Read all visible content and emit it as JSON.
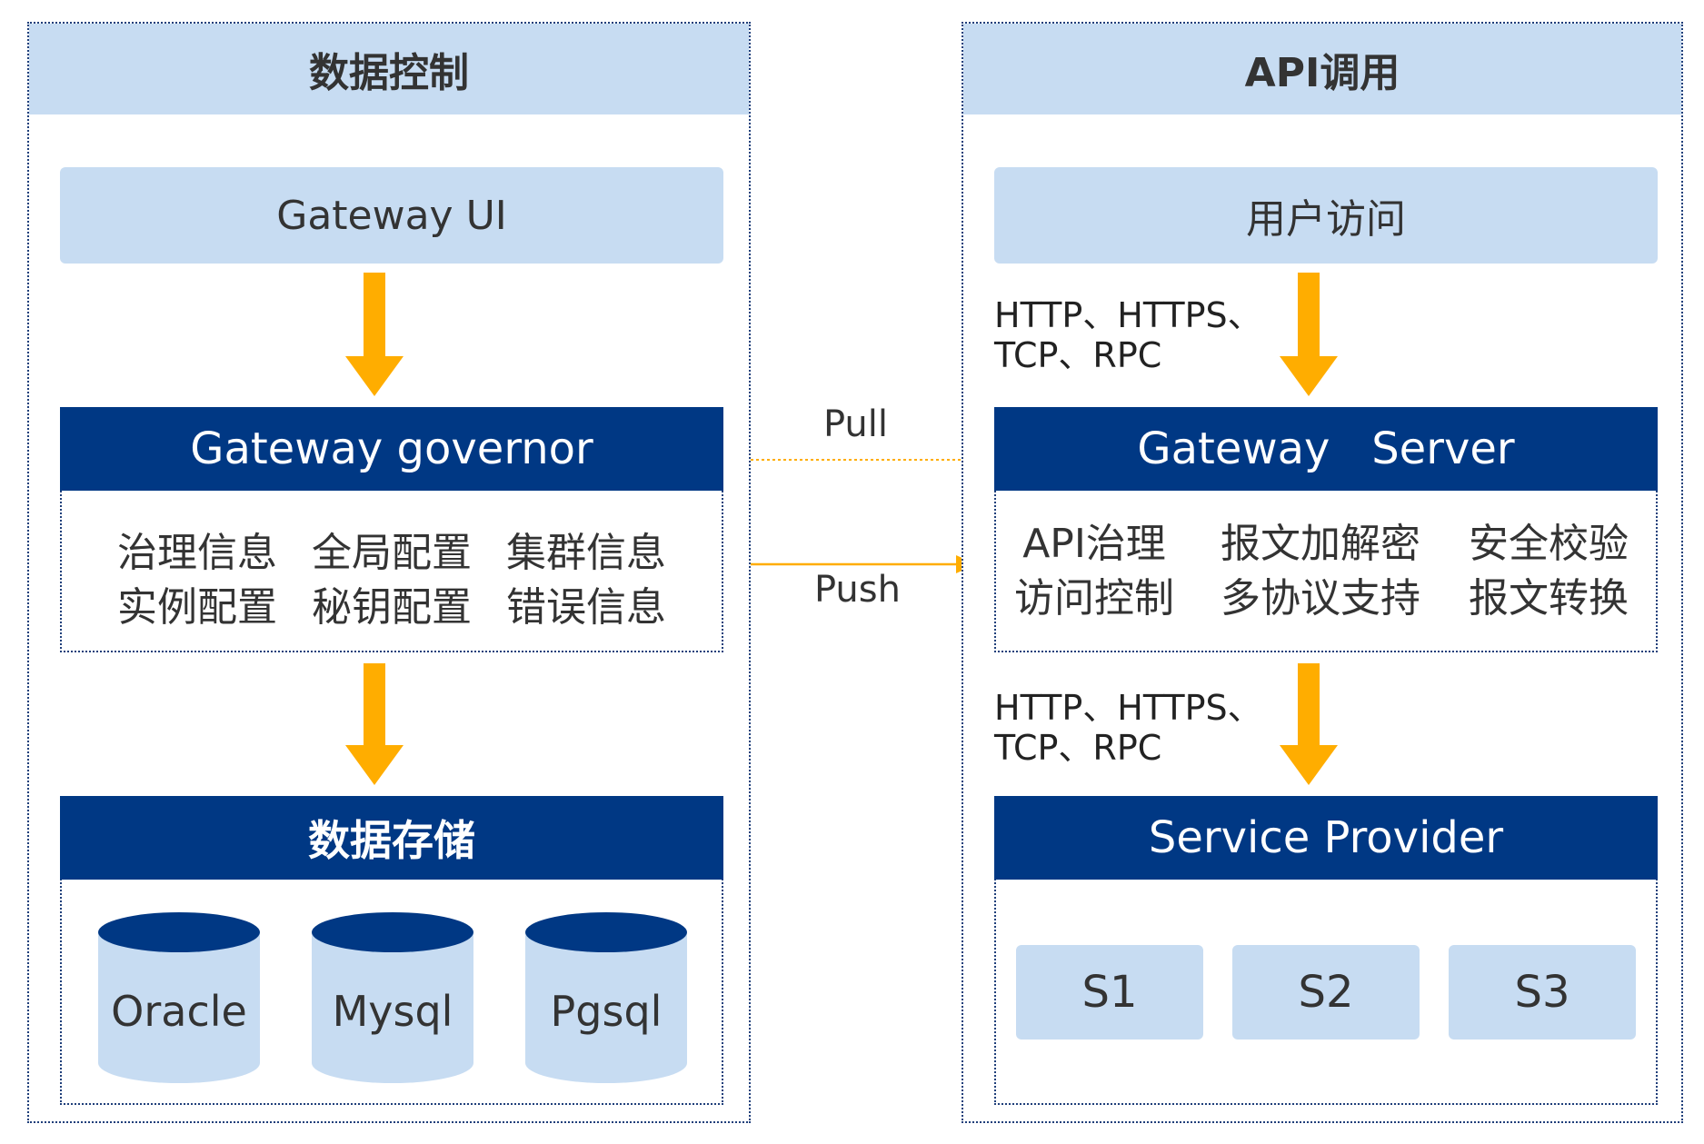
{
  "left_panel": {
    "title": "数据控制",
    "ui_box": "Gateway UI",
    "governor": {
      "title": "Gateway governor",
      "items": [
        "治理信息",
        "全局配置",
        "集群信息",
        "实例配置",
        "秘钥配置",
        "错误信息"
      ]
    },
    "storage": {
      "title": "数据存储",
      "databases": [
        "Oracle",
        "Mysql",
        "Pgsql"
      ]
    }
  },
  "right_panel": {
    "title": "API调用",
    "user_box": "用户访问",
    "protocols_top": [
      "HTTP、HTTPS、",
      "TCP、RPC"
    ],
    "server": {
      "title": "Gateway   Server",
      "items": [
        "API治理",
        "报文加解密",
        "安全校验",
        "访问控制",
        "多协议支持",
        "报文转换"
      ]
    },
    "protocols_bottom": [
      "HTTP、HTTPS、",
      "TCP、RPC"
    ],
    "provider": {
      "title": "Service Provider",
      "services": [
        "S1",
        "S2",
        "S3"
      ]
    }
  },
  "connectors": {
    "pull": "Pull",
    "push": "Push"
  },
  "colors": {
    "dark_blue": "#003884",
    "light_blue": "#c7dcf2",
    "arrow_orange": "#ffad00",
    "border": "#1f3f7a"
  }
}
